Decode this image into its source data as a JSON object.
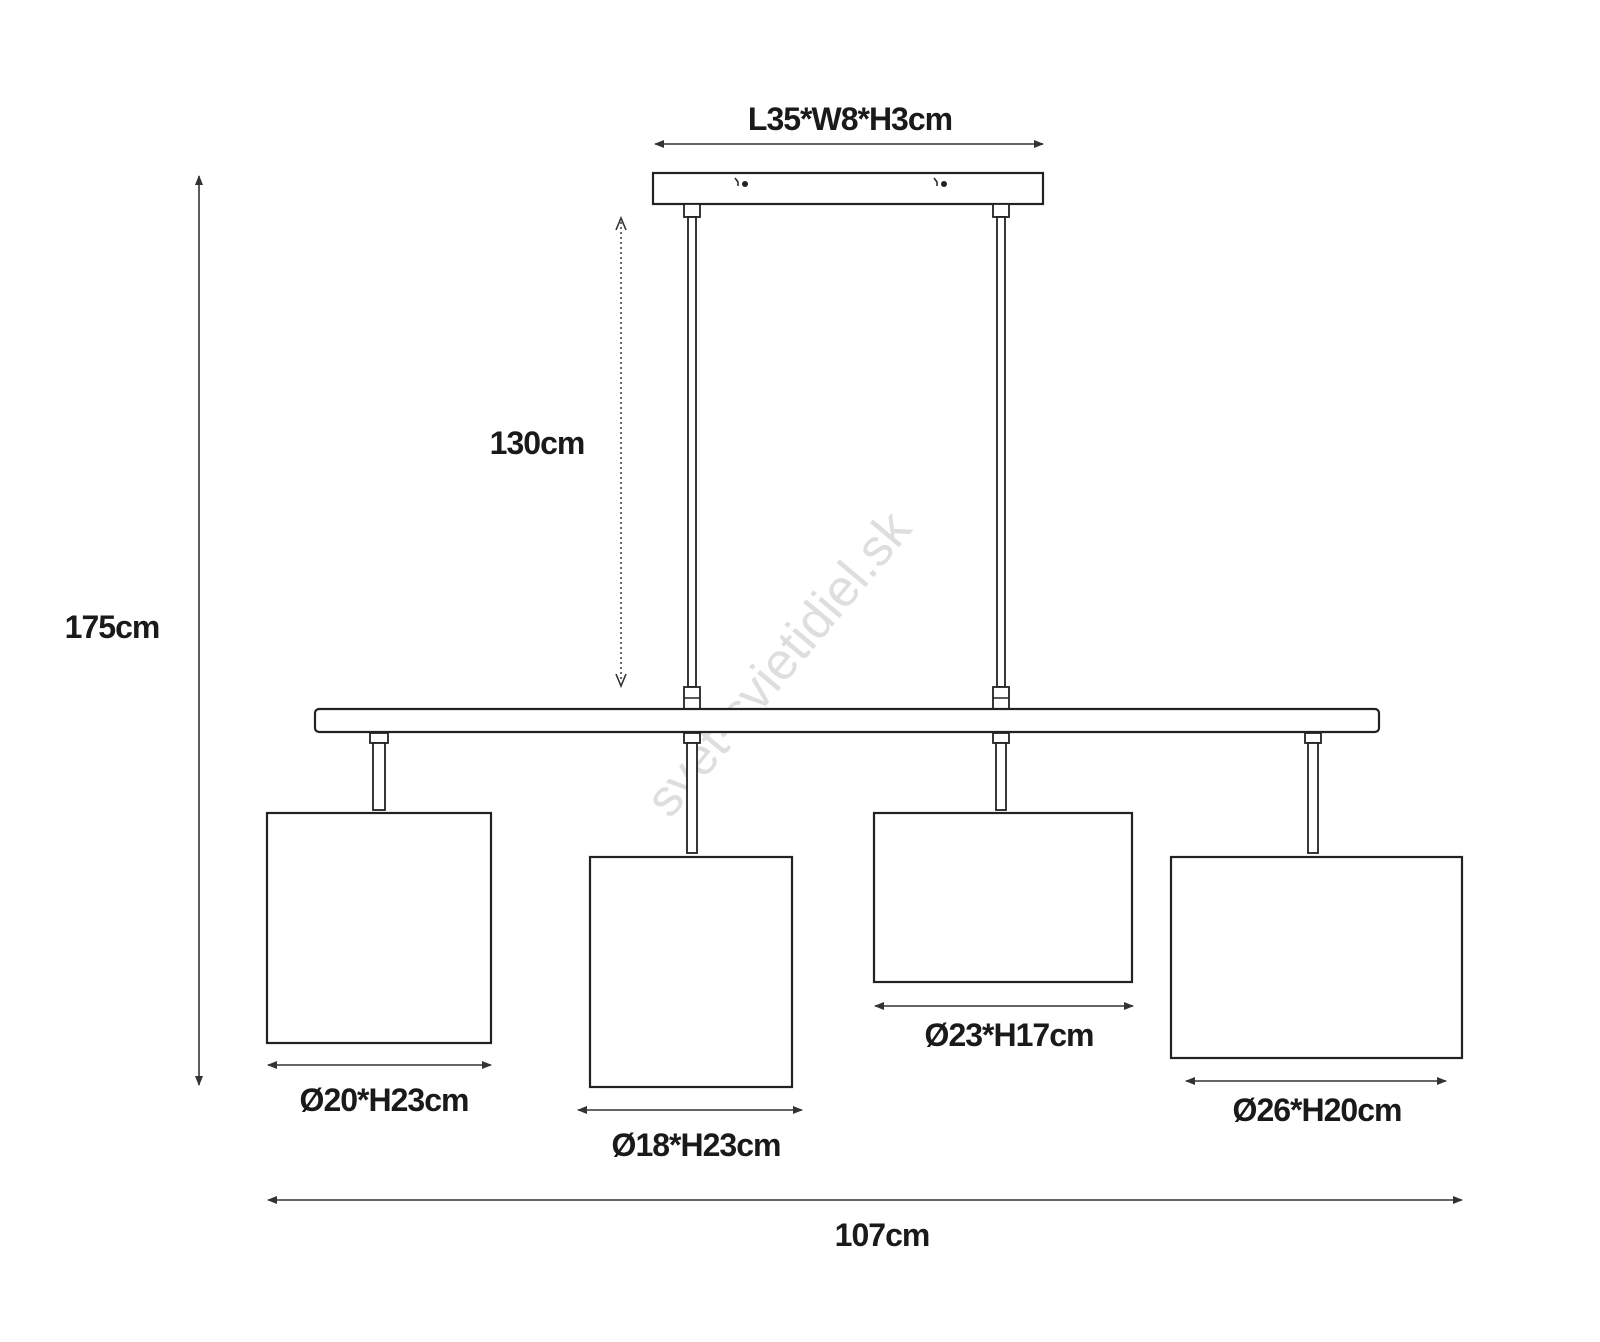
{
  "watermark": "svet-svietidiel.sk",
  "dimensions": {
    "canopy": "L35*W8*H3cm",
    "cable_length": "130cm",
    "total_height": "175cm",
    "total_width": "107cm"
  },
  "shades": [
    {
      "label": "Ø20*H23cm"
    },
    {
      "label": "Ø18*H23cm"
    },
    {
      "label": "Ø23*H17cm"
    },
    {
      "label": "Ø26*H20cm"
    }
  ],
  "colors": {
    "line": "#222222",
    "text": "#1a1a1a",
    "watermark": "#d6d6d6"
  }
}
